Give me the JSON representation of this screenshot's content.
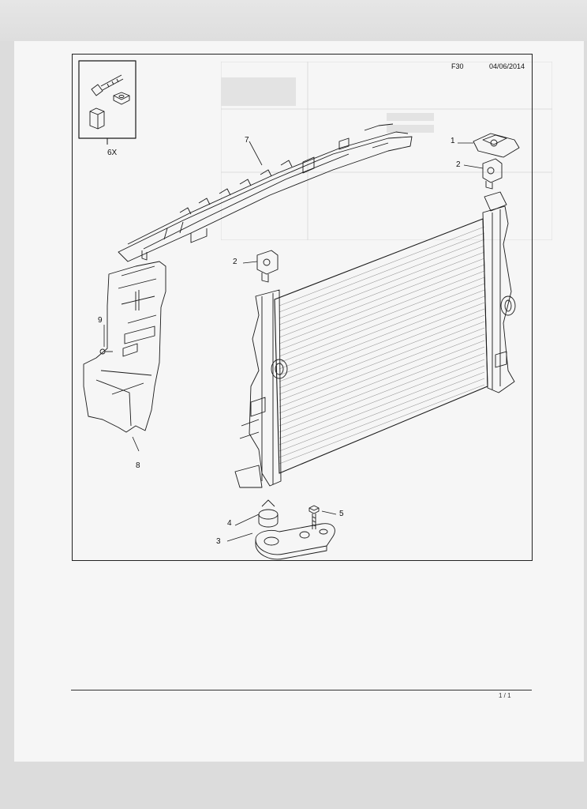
{
  "header": {
    "figure_code": "F30",
    "date": "04/06/2014"
  },
  "kit": {
    "quantity_label": "6X"
  },
  "callouts": [
    "1",
    "2",
    "2",
    "3",
    "4",
    "5",
    "7",
    "8",
    "9"
  ],
  "footer": {
    "page_indicator": "1 / 1"
  }
}
